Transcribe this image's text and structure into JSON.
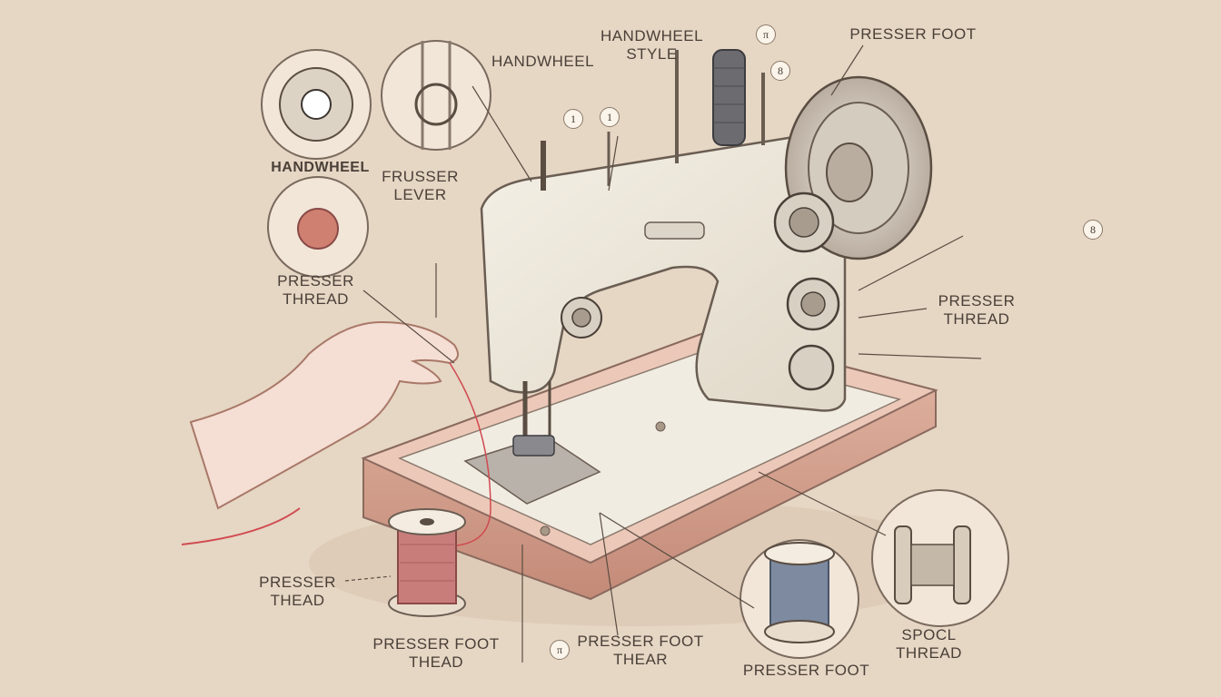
{
  "labels": {
    "handwheel_style": "HANDWHEEL\nSTYLE",
    "presser_foot_top": "PRESSER FOOT",
    "handwheel_mid": "HANDWHEEL",
    "handwheel_left": "HANDWHEEL",
    "presser_lever": "FRUSSER\nLEVER",
    "presser_thread_left": "PRESSER\nTHREAD",
    "presser_thread_right": "PRESSER\nTHREAD",
    "presser_thread_bottom": "PRESSER\nTHEAD",
    "presser_foot_thead": "PRESSER FOOT\nTHEAD",
    "presser_foot_thear": "PRESSER FOOT\nTHEAR",
    "presser_foot_bottom": "PRESSER FOOT",
    "spool_thread": "SPOCL\nTHREAD"
  },
  "badges": {
    "b1": "π",
    "b2": "1",
    "b3": "1",
    "b4": "8",
    "b5": "8",
    "b6": "π"
  },
  "colors": {
    "background": "#e6d6c4",
    "machine_body": "#efe9dc",
    "wood_base": "#d9a898",
    "thread_red": "#c97d7b",
    "thread_blue": "#7d8aa0",
    "outline": "#6a5d52"
  }
}
